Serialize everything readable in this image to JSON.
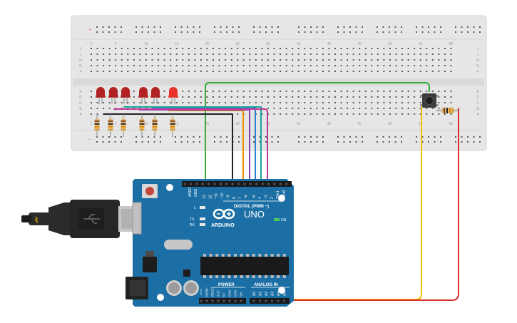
{
  "breadboard": {
    "col_labels_top": [
      "1",
      "5",
      "10",
      "15",
      "20",
      "25",
      "30",
      "35",
      "40",
      "45",
      "50",
      "55",
      "60"
    ],
    "col_labels_bottom": [
      "1",
      "5",
      "10",
      "15",
      "20",
      "25",
      "30",
      "35",
      "40",
      "45",
      "50",
      "55",
      "60"
    ],
    "row_labels_top": [
      "J",
      "I",
      "H",
      "G",
      "F"
    ],
    "row_labels_bottom": [
      "E",
      "D",
      "C",
      "B",
      "A"
    ],
    "rail_plus": "+",
    "rail_minus": "-"
  },
  "components": {
    "leds": [
      {
        "color": "#b22222"
      },
      {
        "color": "#b22222"
      },
      {
        "color": "#b22222"
      },
      {
        "color": "#b22222"
      },
      {
        "color": "#b22222"
      },
      {
        "color": "#e8332a"
      }
    ],
    "resistor_count": 7,
    "button": "pushbutton"
  },
  "wires": {
    "colors": {
      "green": "#3aaa35",
      "black": "#222222",
      "orange": "#f08c00",
      "purple": "#8b3fa8",
      "magenta": "#c2389b",
      "blue": "#2f7fd1",
      "teal": "#1aa59a",
      "yellow": "#f2c200",
      "red": "#d9312b"
    }
  },
  "arduino": {
    "board_color": "#1c6fa5",
    "aref": "AREF",
    "gnd": "GND",
    "digital_pins": [
      "13",
      "12",
      "~11",
      "~10",
      "~9",
      "8",
      "7",
      "~6",
      "~5",
      "4",
      "~3",
      "2",
      "TX▸1",
      "RX◂0"
    ],
    "digital_label": "DIGITAL (PWM ~)",
    "logo_text": "ARDUINO",
    "uno_text": "UNO",
    "on_label": "ON",
    "led_l": "L",
    "led_tx": "TX",
    "led_rx": "RX",
    "power_label": "POWER",
    "analog_label": "ANALOG IN",
    "power_pins": [
      "IOREF",
      "RESET",
      "3.3V",
      "5V",
      "GND",
      "GND",
      "Vin"
    ],
    "analog_pins": [
      "A0",
      "A1",
      "A2",
      "A3",
      "A4",
      "A5"
    ]
  }
}
